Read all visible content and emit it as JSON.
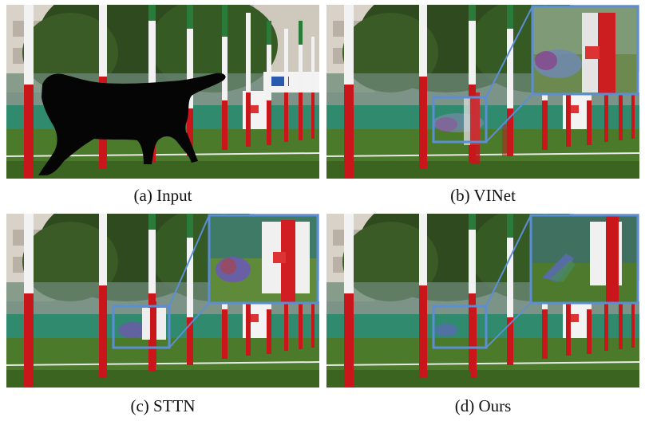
{
  "figure": {
    "panels": [
      {
        "id": "a",
        "caption": "(a) Input",
        "masked": true,
        "zoom": false
      },
      {
        "id": "b",
        "caption": "(b) VINet",
        "masked": false,
        "zoom": true,
        "artifact": "smeared-red-post"
      },
      {
        "id": "c",
        "caption": "(c) STTN",
        "masked": false,
        "zoom": true,
        "artifact": "red-bleed"
      },
      {
        "id": "d",
        "caption": "(d) Ours",
        "masked": false,
        "zoom": true,
        "artifact": "clean"
      }
    ],
    "colors": {
      "grass": "#4a7a2a",
      "grass_dark": "#3a6420",
      "fence": "#2f8a6e",
      "pole_red": "#c8161b",
      "pole_white": "#f2f2f2",
      "pole_green": "#2a7a3a",
      "trees": "#2e4a1e",
      "sky": "#a9b3b8",
      "building": "#d8d2c8",
      "mask": "#050505",
      "zoom_border": "#5b8ed6"
    }
  }
}
